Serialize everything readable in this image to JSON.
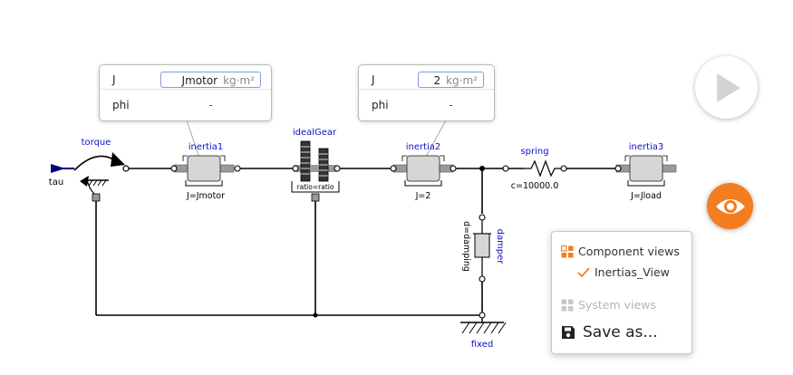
{
  "diagram": {
    "components": {
      "torque": "torque",
      "tau": "tau",
      "inertia1": "inertia1",
      "inertia1_param": "J=Jmotor",
      "idealGear": "idealGear",
      "idealGear_param": "ratio=ratio",
      "inertia2": "inertia2",
      "inertia2_param": "J=2",
      "spring": "spring",
      "spring_param": "c=10000.0",
      "inertia3": "inertia3",
      "inertia3_param": "J=Jload",
      "damper": "damper",
      "damper_param": "d=damping",
      "fixed": "fixed"
    },
    "colors": {
      "wire": "#000000",
      "label": "#1010c8",
      "component": "#cfcfcf",
      "shaft": "#9a9a9a",
      "input": "#000080"
    }
  },
  "popup1": {
    "rows": [
      {
        "label": "J",
        "value": "Jmotor",
        "unit": "kg·m²"
      },
      {
        "label": "phi",
        "value": "-"
      }
    ]
  },
  "popup2": {
    "rows": [
      {
        "label": "J",
        "value": "2",
        "unit": "kg·m²"
      },
      {
        "label": "phi",
        "value": "-"
      }
    ]
  },
  "controls": {
    "play_icon": "play-icon",
    "eye_icon": "eye-icon",
    "accent": "#f37d21"
  },
  "views_menu": {
    "component_views_label": "Component views",
    "component_views_items": [
      "Inertias_View"
    ],
    "system_views_label": "System views",
    "save_label": "Save as..."
  }
}
